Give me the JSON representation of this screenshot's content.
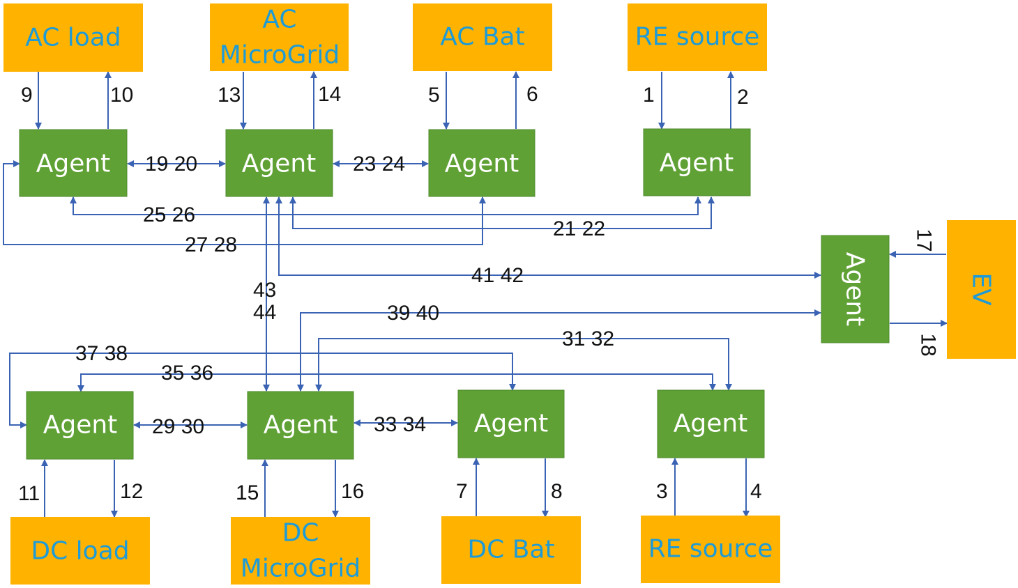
{
  "sources": {
    "ac_load": "AC load",
    "ac_microgrid": [
      "AC",
      "MicroGrid"
    ],
    "ac_bat": "AC Bat",
    "re_source_top": "RE source",
    "dc_load": "DC load",
    "dc_microgrid": [
      "DC",
      "MicroGrid"
    ],
    "dc_bat": "DC Bat",
    "re_source_bottom": "RE source",
    "ev": "EV"
  },
  "agent_label": "Agent",
  "link_labels": {
    "l1": "1",
    "l2": "2",
    "l3": "3",
    "l4": "4",
    "l5": "5",
    "l6": "6",
    "l7": "7",
    "l8": "8",
    "l9": "9",
    "l10": "10",
    "l11": "11",
    "l12": "12",
    "l13": "13",
    "l14": "14",
    "l15": "15",
    "l16": "16",
    "l17": "17",
    "l18": "18",
    "l19_20": "19 20",
    "l23_24": "23 24",
    "l25_26": "25  26",
    "l21_22": "21  22",
    "l27_28": "27  28",
    "l41_42": "41  42",
    "l43": "43",
    "l44": "44",
    "l39_40": "39  40",
    "l31_32": "31  32",
    "l37_38": "37  38",
    "l35_36": "35  36",
    "l29_30": "29  30",
    "l33_34": "33 34"
  }
}
